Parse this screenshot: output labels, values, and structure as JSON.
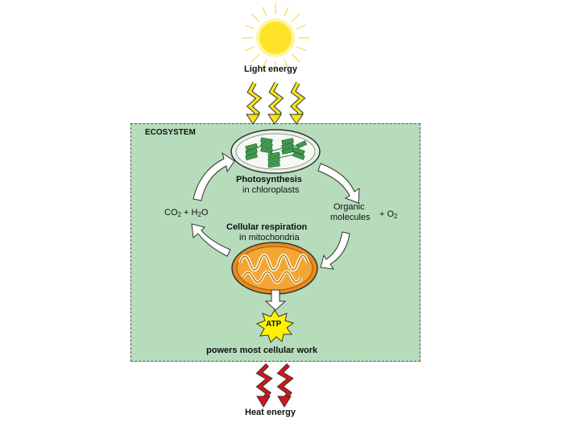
{
  "labels": {
    "light_energy": "Light energy",
    "ecosystem": "ECOSYSTEM",
    "photosynthesis": "Photosynthesis",
    "in_chloroplasts": "in chloroplasts",
    "co2_h2o": {
      "co": "CO",
      "two": "2",
      "plus_h": " + H",
      "h_two": "2",
      "o": "O"
    },
    "organic_line1": "Organic",
    "organic_line2": "molecules",
    "plus_o2": {
      "text": "+ O",
      "sub": "2"
    },
    "cellular_respiration": "Cellular respiration",
    "in_mitochondria": "in mitochondria",
    "atp": "ATP",
    "powers_work": "powers most cellular work",
    "heat_energy": "Heat energy"
  },
  "colors": {
    "ecosystem_bg": "#b6dcbb",
    "sun": "#ffe32a",
    "light_arrows": "#f2e61c",
    "heat_arrows": "#d8141a",
    "mitochondrion": "#e98b1c",
    "chloroplast": "#3f9a4e"
  }
}
